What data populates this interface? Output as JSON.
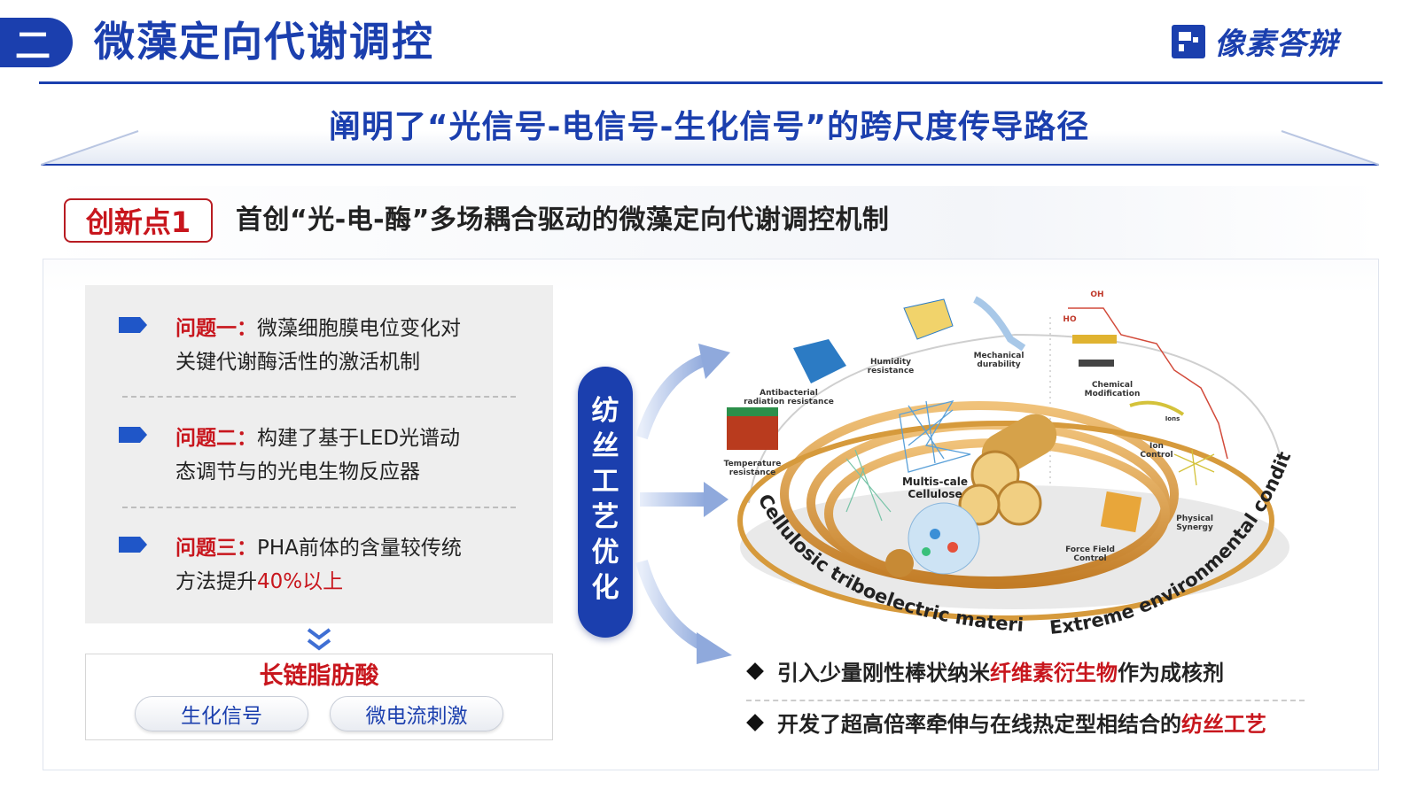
{
  "header": {
    "section_number": "二",
    "title": "微藻定向代谢调控",
    "logo_text": "像素答辩",
    "subtitle": "阐明了“光信号-电信号-生化信号”的跨尺度传导路径"
  },
  "innovation": {
    "tag": "创新点1",
    "text": "首创“光-电-酶”多场耦合驱动的微藻定向代谢调控机制"
  },
  "problems": [
    {
      "label": "问题一：",
      "line1": "微藻细胞膜电位变化对",
      "line2": "关键代谢酶活性的激活机制",
      "line2_highlight": ""
    },
    {
      "label": "问题二：",
      "line1": "构建了基于LED光谱动",
      "line2": "态调节与的光电生物反应器",
      "line2_highlight": ""
    },
    {
      "label": "问题三：",
      "line1": "PHA前体的含量较传统",
      "line2": "方法提升",
      "line2_highlight": "40%以上"
    }
  ],
  "result": {
    "title": "长链脂肪酸",
    "pills": [
      "生化信号",
      "微电流刺激"
    ]
  },
  "process": {
    "chars": [
      "纺",
      "丝",
      "工",
      "艺",
      "优",
      "化"
    ]
  },
  "figure": {
    "labels": {
      "humidity": [
        "Humidity",
        "resistance"
      ],
      "mechanical": [
        "Mechanical",
        "durability"
      ],
      "antibacterial": [
        "Antibacterial",
        "radiation resistance"
      ],
      "temperature": [
        "Temperature",
        "resistance"
      ],
      "multiscale": [
        "Multis-cale",
        "Cellulose"
      ],
      "chemical": [
        "Chemical",
        "Modification"
      ],
      "ion_control": [
        "Ion",
        "Control"
      ],
      "ions": "Ions",
      "physical": [
        "Physical",
        "Synergy"
      ],
      "force_field": [
        "Force Field",
        "Control"
      ],
      "oh": "OH",
      "ho": "HO"
    },
    "arc_left": "Cellulosic triboelectric materials",
    "arc_right": "Extreme environmental conditions"
  },
  "bullets": [
    {
      "before": "引入少量刚性棒状纳米",
      "highlight": "纤维素衍生物",
      "after": "作为成核剂"
    },
    {
      "before": "开发了超高倍率牵伸与在线热定型相结合的",
      "highlight": "纺丝工艺",
      "after": ""
    }
  ],
  "colors": {
    "primary": "#1b3fae",
    "accent_red": "#c8161d",
    "ring": "#d69a3c"
  }
}
